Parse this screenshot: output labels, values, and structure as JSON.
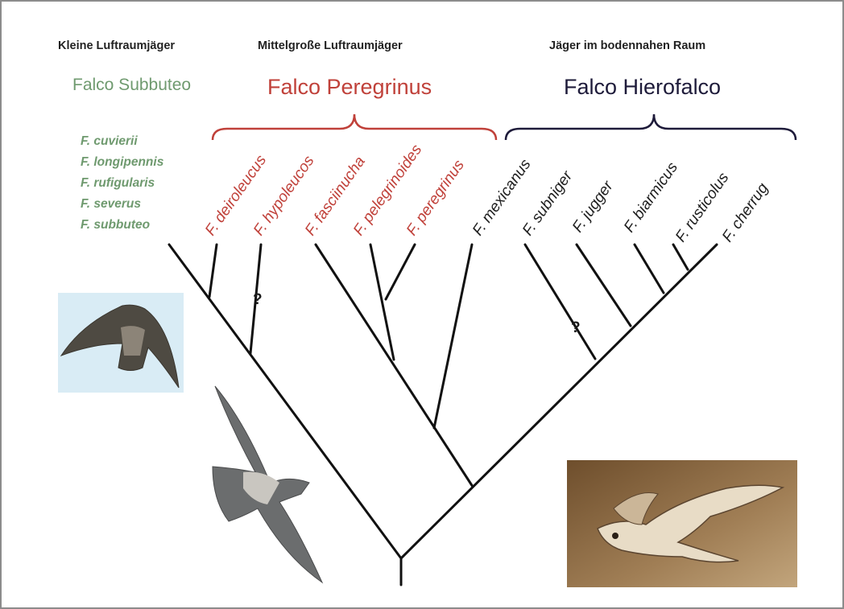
{
  "headers": {
    "small": "Kleine Luftraumjäger",
    "medium": "Mittelgroße Luftraumjäger",
    "ground": "Jäger im bodennahen Raum"
  },
  "groups": {
    "subbuteo": {
      "title": "Falco Subbuteo",
      "color": "#6f9a6f"
    },
    "peregrinus": {
      "title": "Falco Peregrinus",
      "color": "#c0413a"
    },
    "hierofalco": {
      "title": "Falco Hierofalco",
      "color": "#1e1b3a"
    }
  },
  "subbuteo_species": [
    "F. cuvierii",
    "F. longipennis",
    "F. rufigularis",
    "F. severus",
    "F. subbuteo"
  ],
  "peregrinus_species": [
    "F. deiroleucus",
    "F. hypoleucos",
    "F. fasciinucha",
    "F. pelegrinoides",
    "F. peregrinus"
  ],
  "hierofalco_species": [
    "F. mexicanus",
    "F. subniger",
    "F. jugger",
    "F. biarmicus",
    "F. rusticolus",
    "F. cherrug"
  ],
  "uncertain_mark": "?",
  "photos": [
    {
      "name": "hobby-falcon-photo",
      "bg": "#d9ecf5"
    },
    {
      "name": "peregrine-falcon-photo",
      "bg": "#ffffff"
    },
    {
      "name": "lanner-falcon-photo",
      "bg": "#8a6a43"
    }
  ]
}
